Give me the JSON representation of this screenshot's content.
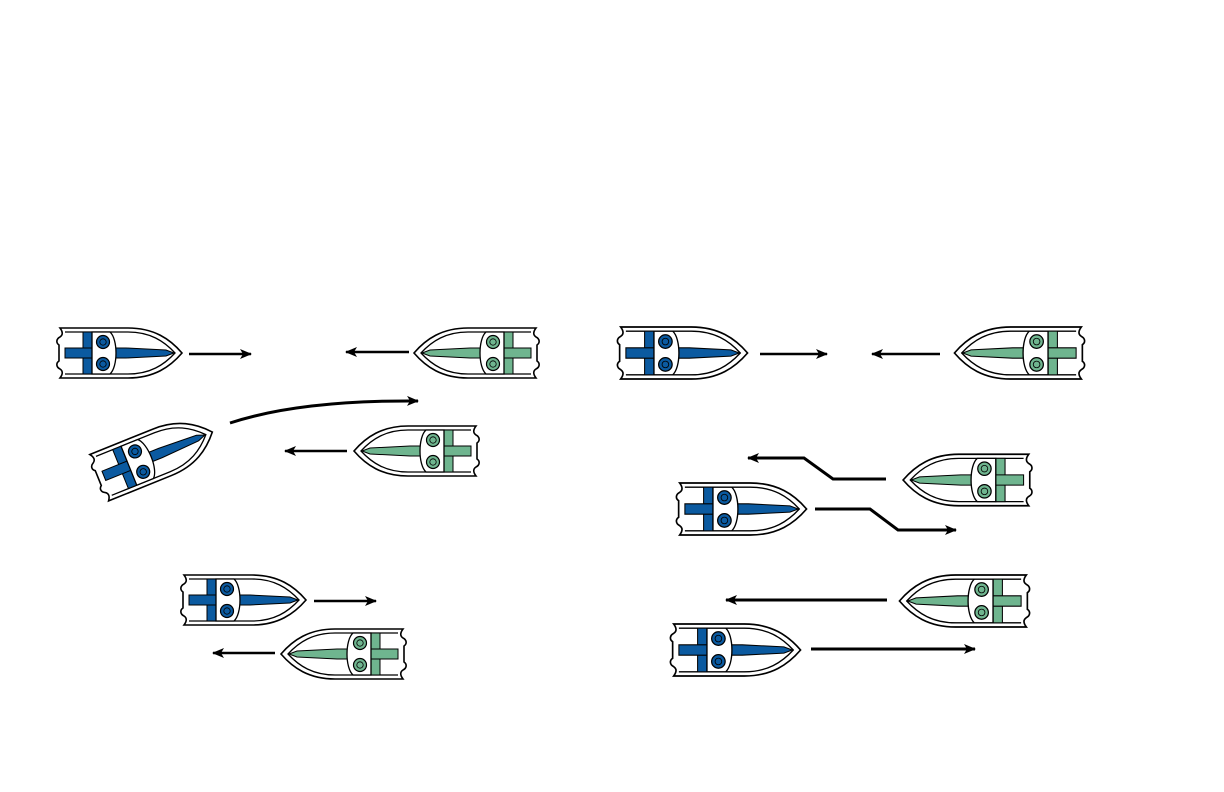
{
  "colors": {
    "background": "#ffffff",
    "outline": "#000000",
    "blue_boat": "#0b5aa0",
    "green_boat": "#6fb58f",
    "hull": "#ffffff"
  },
  "icons": {
    "boat": "boat-icon",
    "arrow": "arrow-icon"
  },
  "panels": [
    {
      "name": "left-panel",
      "scenarios": [
        {
          "name": "head-on-approach",
          "boats": [
            "blue",
            "green"
          ]
        },
        {
          "name": "blue-boat-turning-away",
          "boats": [
            "blue",
            "green"
          ]
        },
        {
          "name": "boats-passing",
          "boats": [
            "blue",
            "green"
          ]
        }
      ]
    },
    {
      "name": "right-panel",
      "scenarios": [
        {
          "name": "head-on-approach",
          "boats": [
            "blue",
            "green"
          ]
        },
        {
          "name": "both-boats-alter-course",
          "boats": [
            "green",
            "blue"
          ]
        },
        {
          "name": "boats-passing",
          "boats": [
            "green",
            "blue"
          ]
        }
      ]
    }
  ]
}
